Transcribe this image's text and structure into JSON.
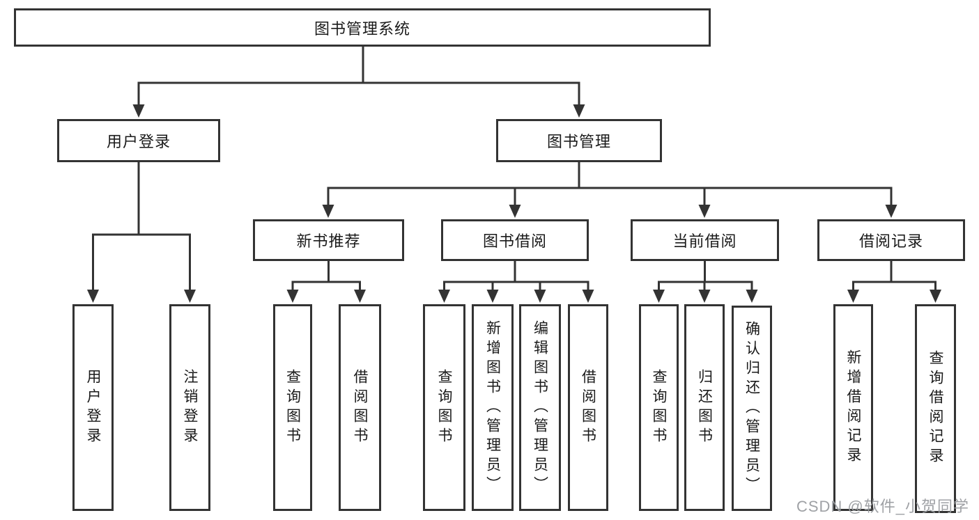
{
  "diagram_type": "functional-structure-tree",
  "colors": {
    "line": "#333333",
    "box_border": "#333333",
    "text": "#1a1a1a",
    "background": "#ffffff",
    "watermark": "#9a9da1"
  },
  "tree": {
    "root": {
      "label": "图书管理系统"
    },
    "branches": [
      {
        "label": "用户登录",
        "children": [
          {
            "label": "用户登录"
          },
          {
            "label": "注销登录"
          }
        ]
      },
      {
        "label": "图书管理",
        "children": [
          {
            "label": "新书推荐",
            "children": [
              {
                "label": "查询图书"
              },
              {
                "label": "借阅图书"
              }
            ]
          },
          {
            "label": "图书借阅",
            "children": [
              {
                "label": "查询图书"
              },
              {
                "label": "新增图书（管理员）"
              },
              {
                "label": "编辑图书（管理员）"
              },
              {
                "label": "借阅图书"
              }
            ]
          },
          {
            "label": "当前借阅",
            "children": [
              {
                "label": "查询图书"
              },
              {
                "label": "归还图书"
              },
              {
                "label": "确认归还（管理员）"
              }
            ]
          },
          {
            "label": "借阅记录",
            "children": [
              {
                "label": "新增借阅记录"
              },
              {
                "label": "查询借阅记录"
              }
            ]
          }
        ]
      }
    ]
  },
  "watermark": {
    "text": "CSDN @软件_小贺同学"
  }
}
